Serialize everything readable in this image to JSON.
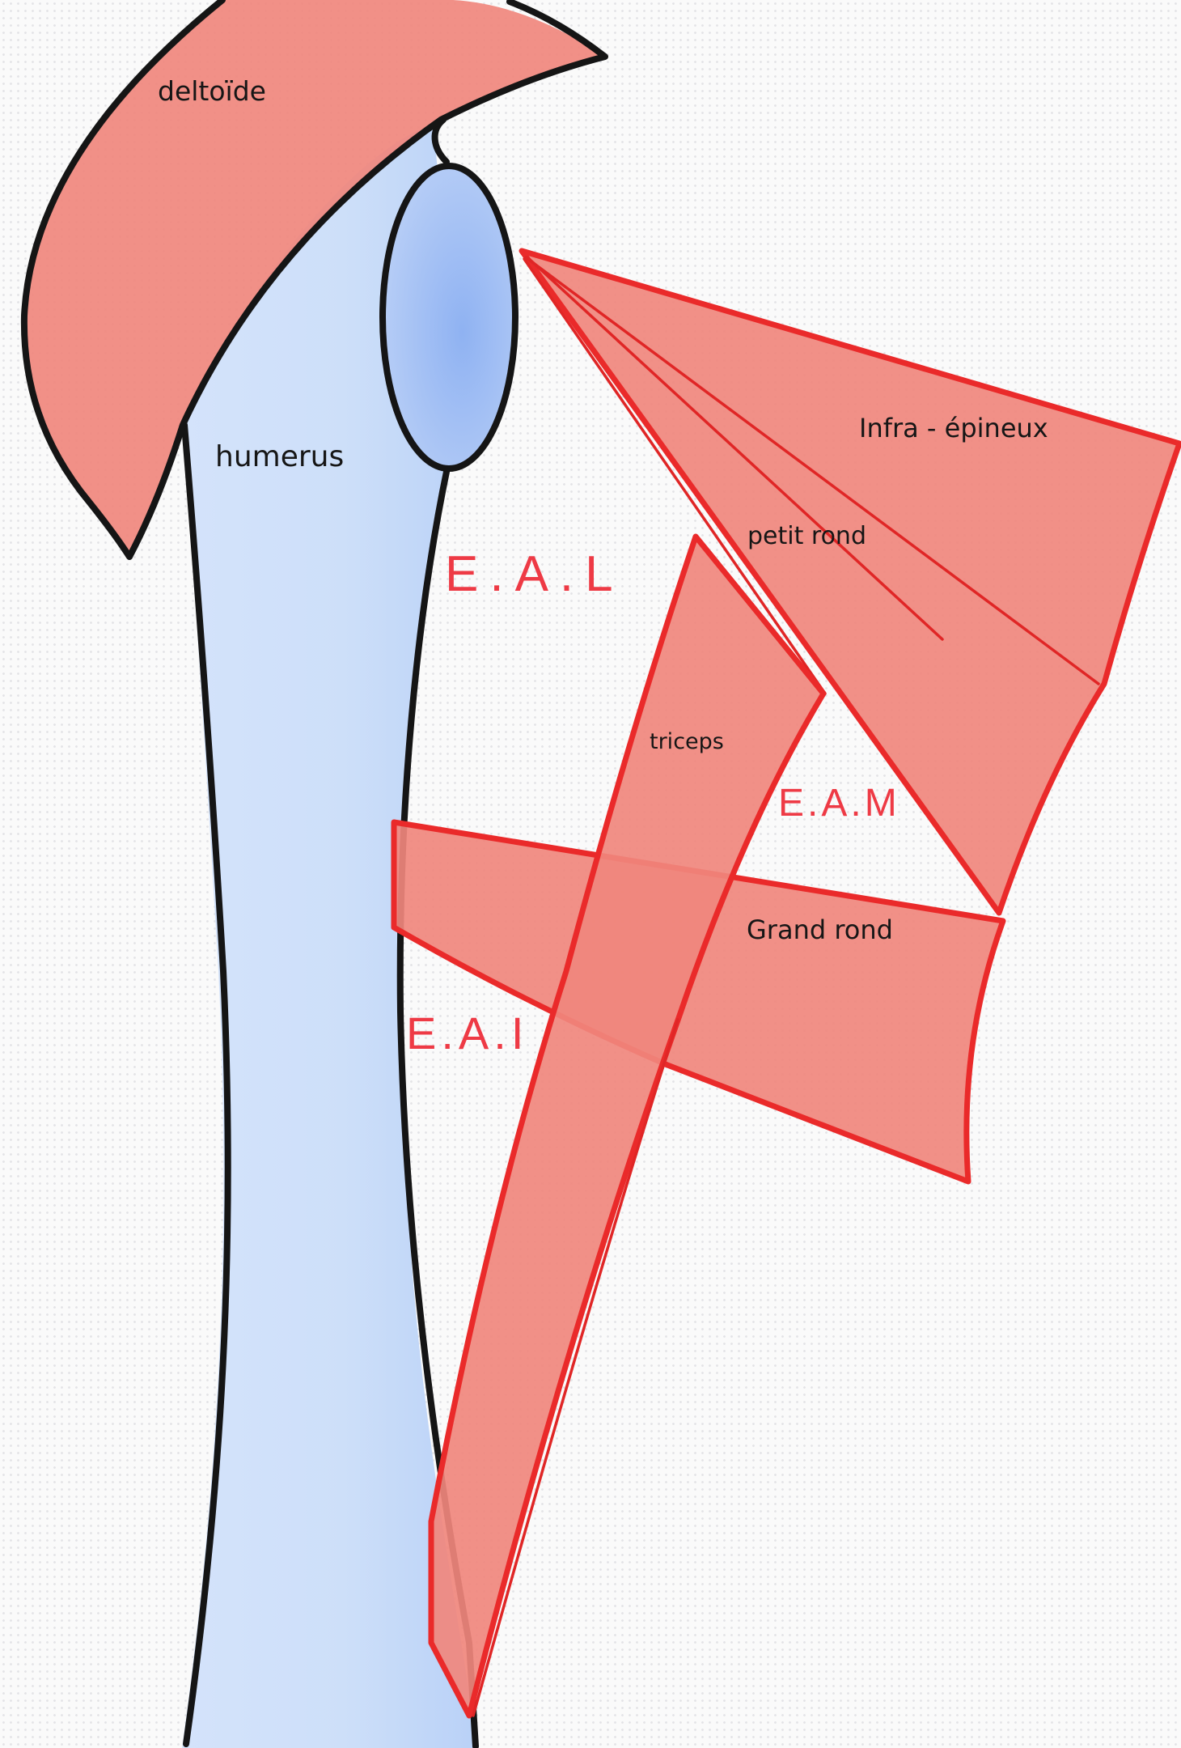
{
  "labels": {
    "deltoide": "deltoïde",
    "humerus": "humerus",
    "infra_epineux": "Infra - épineux",
    "petit_rond": "petit rond",
    "triceps": "triceps",
    "grand_rond": "Grand rond",
    "eal": "E.A.L",
    "eam": "E.A.M",
    "eai": "E.A.I"
  },
  "colors": {
    "muscle_fill": "#f0877d",
    "muscle_outline": "#ea2a2a",
    "bone_fill": "#cfe0fb",
    "bone_outline": "#151515",
    "space_label": "#ee3a45",
    "background": "#fafafa"
  }
}
